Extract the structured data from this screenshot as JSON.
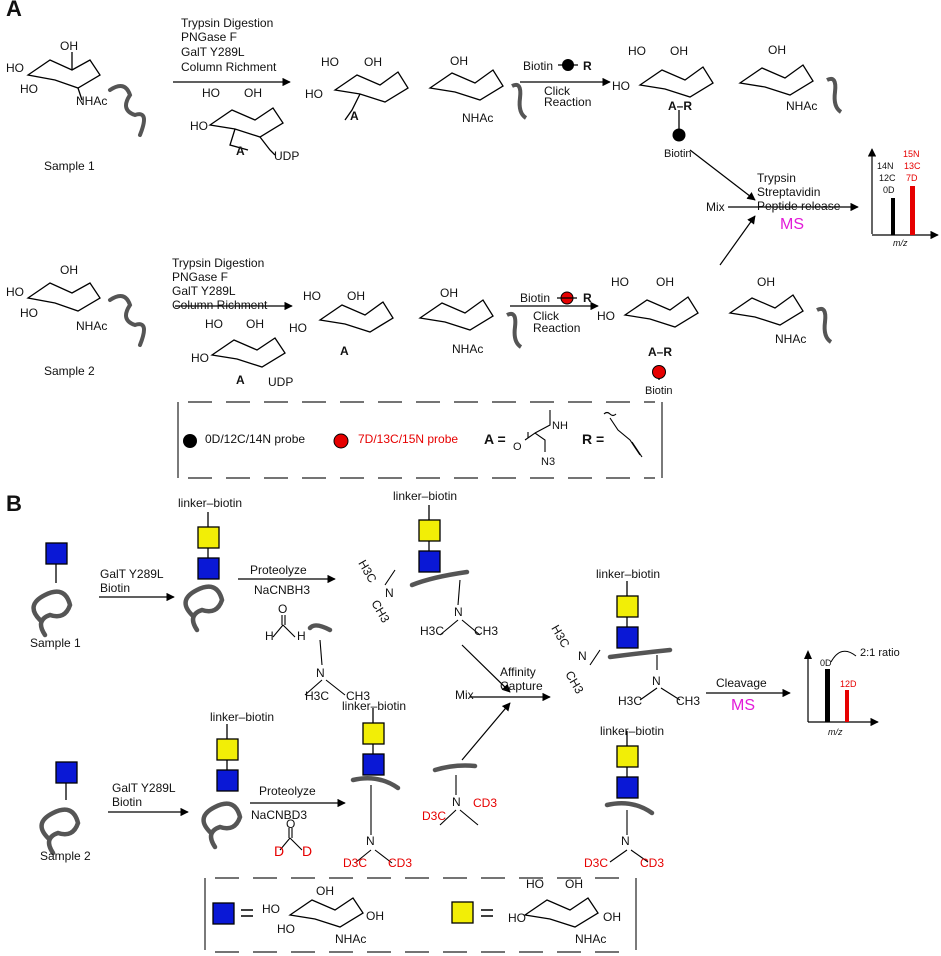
{
  "panel_a": {
    "label": "A",
    "sample1": "Sample 1",
    "sample2": "Sample 2",
    "steps": [
      "Trypsin Digestion",
      "PNGase F",
      "GalT Y289L",
      "Column Richment"
    ],
    "udp": "UDP",
    "biotin_r": "Biotin",
    "r": "R",
    "click": [
      "Click",
      "Reaction"
    ],
    "biotin_tag": "Biotin",
    "a_r": "A–R",
    "a": "A",
    "mix": "Mix",
    "release": [
      "Trypsin",
      "Streptavidin",
      "Peptide release"
    ],
    "ms": "MS",
    "spec": {
      "light": [
        "14N",
        "12C",
        "0D"
      ],
      "heavy": [
        "15N",
        "13C",
        "7D"
      ],
      "axis": "m/z"
    },
    "legend": {
      "black_probe": "0D/12C/14N probe",
      "red_probe": "7D/13C/15N probe",
      "a_eq": "A =",
      "r_eq": "R ="
    },
    "chem": {
      "ho": "HO",
      "oh": "OH",
      "nhac": "NHAc",
      "o": "O",
      "nh": "NH",
      "n3": "N3"
    }
  },
  "panel_b": {
    "label": "B",
    "sample1": "Sample 1",
    "sample2": "Sample 2",
    "galt": [
      "GalT Y289L",
      "Biotin"
    ],
    "linker": "linker–biotin",
    "proteolyze": "Proteolyze",
    "nacnbh3": "NaCNBH3",
    "nacnbd3": "NaCNBD3",
    "mix": "Mix",
    "affinity": [
      "Affinity",
      "Capture"
    ],
    "cleavage": "Cleavage",
    "ms": "MS",
    "ratio": "2:1 ratio",
    "spec": {
      "light": "0D",
      "heavy": "12D",
      "axis": "m/z"
    },
    "chem": {
      "h3c": "H3C",
      "ch3": "CH3",
      "d3c": "D3C",
      "cd3": "CD3",
      "n": "N",
      "h": "H",
      "d": "D",
      "o": "O"
    }
  },
  "colors": {
    "blue_square": "#0a18d6",
    "yellow_square": "#f2ee06",
    "red": "#e60000",
    "magenta": "#e21ad8"
  }
}
